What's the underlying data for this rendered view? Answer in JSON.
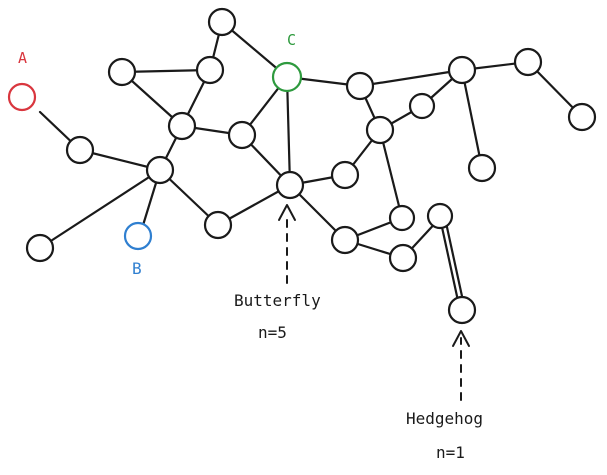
{
  "diagram": {
    "labels": {
      "node_a": "A",
      "node_b": "B",
      "node_c": "C",
      "butterfly_name": "Butterfly",
      "butterfly_count": "n=5",
      "hedgehog_name": "Hedgehog",
      "hedgehog_count": "n=1"
    },
    "colors": {
      "node_a": "#d9363e",
      "node_b": "#2f7fd0",
      "node_c": "#2e9a3e",
      "stroke": "#1a1a1a"
    }
  }
}
